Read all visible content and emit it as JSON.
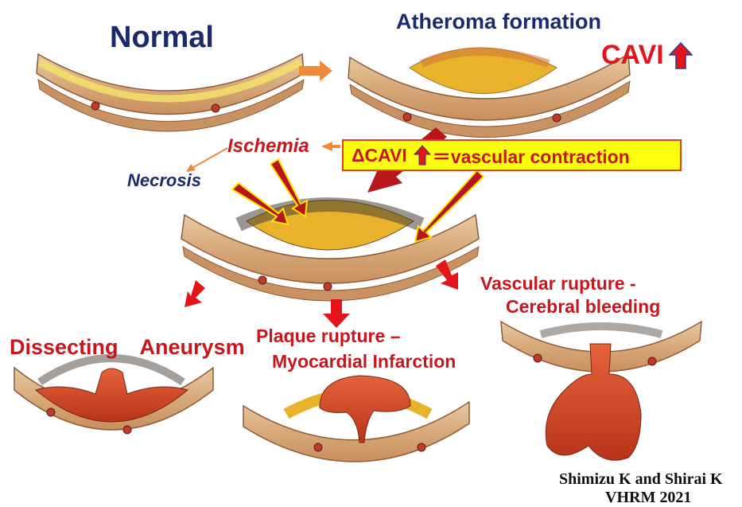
{
  "labels": {
    "normal": "Normal",
    "atheroma": "Atheroma formation",
    "cavi": "CAVI",
    "ischemia": "Ischemia",
    "necrosis": "Necrosis",
    "delta_cavi": "ΔCAVI",
    "delta_cavi_rest": "＝vascular contraction",
    "dissecting": "Dissecting　Aneurysm",
    "plaque_line1": "Plaque rupture –",
    "plaque_line2": "Myocardial Infarction",
    "vascular_line1": "Vascular rupture -",
    "vascular_line2": "Cerebral bleeding",
    "credit_line1": "Shimizu K and Shirai K",
    "credit_line2": "VHRM 2021"
  },
  "colors": {
    "title_navy": "#1b2a6b",
    "accent_red": "#e4141b",
    "box_yellow": "#ffff0d",
    "arrow_orange": "#ee8a3a",
    "vessel_tan": "#d9b48a",
    "plaque_yellow": "#e8b32a",
    "blood_red": "#d24a22"
  },
  "icons": {
    "up_arrow": "red-up-arrow-icon",
    "flow_arrow": "orange-right-arrow-icon",
    "pointer_arrow": "red-down-arrow-icon"
  }
}
